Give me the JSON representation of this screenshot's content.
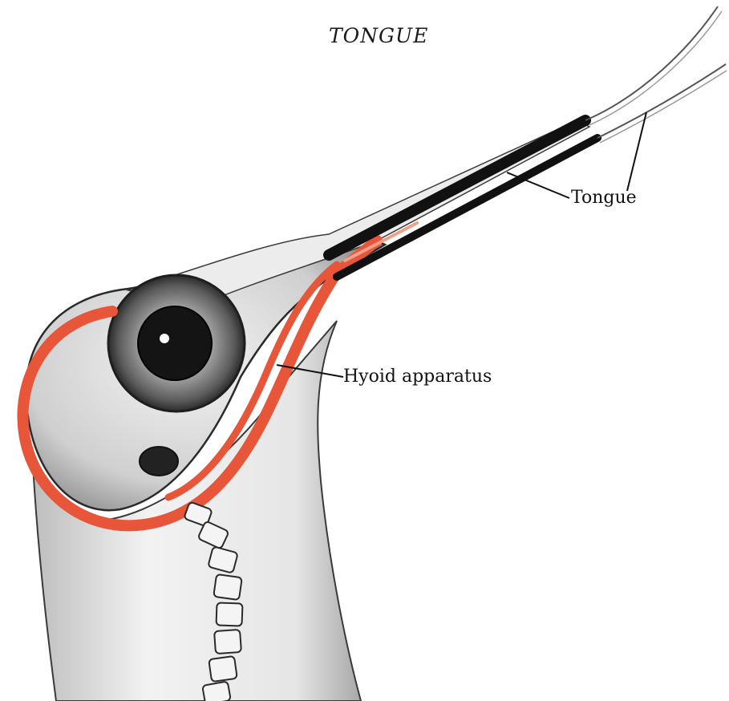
{
  "title": "TONGUE",
  "labels": {
    "tongue": "Tongue",
    "hyoid": "Hyoid apparatus"
  },
  "colors": {
    "hyoid": "#e8563a",
    "tongue": "#111111",
    "outline": "#2a2a2a",
    "shading": "#d8d8d8",
    "background": "#ffffff"
  }
}
